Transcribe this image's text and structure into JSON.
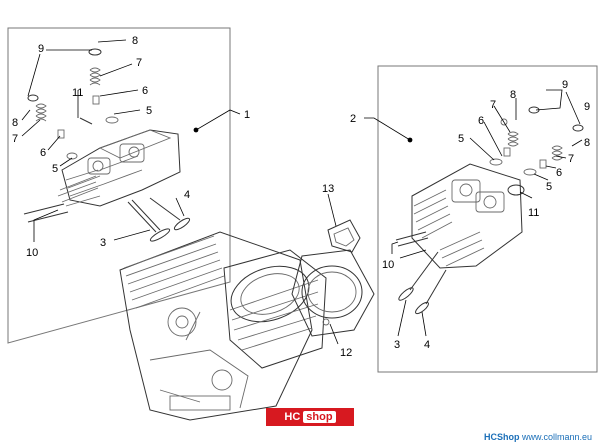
{
  "callouts": {
    "left": [
      "9",
      "8",
      "7",
      "11",
      "6",
      "5",
      "8",
      "7",
      "6",
      "5",
      "1",
      "4",
      "3",
      "10"
    ],
    "right": [
      "2",
      "9",
      "8",
      "7",
      "6",
      "5",
      "9",
      "8",
      "7",
      "6",
      "5",
      "11",
      "13",
      "12",
      "10",
      "3",
      "4"
    ]
  },
  "watermark": {
    "brand": "HC",
    "shop": "shop"
  },
  "footer": {
    "brand": "HCShop",
    "site": "www.collmann.eu"
  }
}
